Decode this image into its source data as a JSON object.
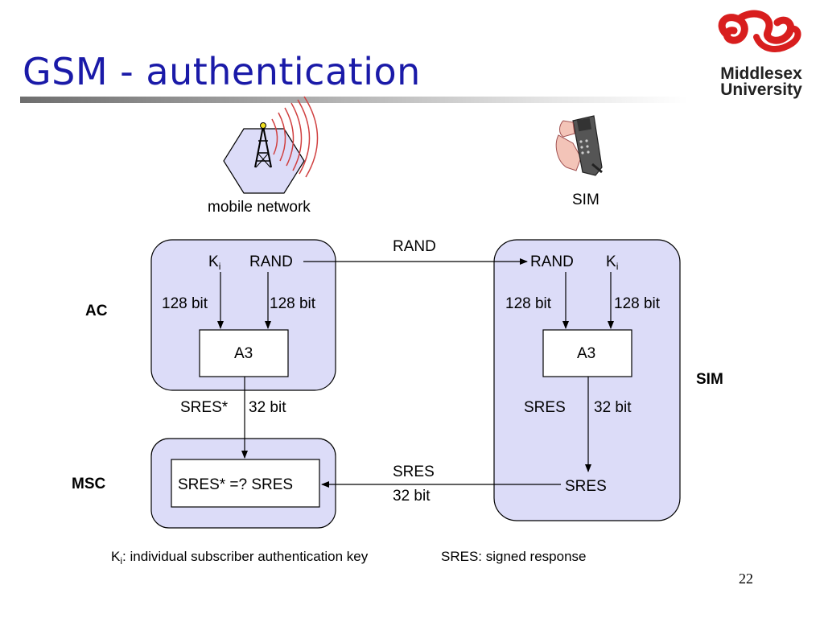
{
  "slide": {
    "title": "GSM - authentication",
    "page_number": "22"
  },
  "logo": {
    "line1": "Middlesex",
    "line2": "University",
    "brand_color": "#d81e1e"
  },
  "network": {
    "icon": "cell-tower-icon",
    "label": "mobile network"
  },
  "phone": {
    "icon": "mobile-phone-icon",
    "label": "SIM"
  },
  "side_labels": {
    "ac": "AC",
    "msc": "MSC",
    "sim": "SIM"
  },
  "ac_block": {
    "ki_main": "K",
    "ki_sub": "i",
    "rand": "RAND",
    "ki_bits": "128 bit",
    "rand_bits": "128 bit",
    "algo": "A3",
    "out_label": "SRES*",
    "out_bits": "32 bit"
  },
  "sim_block": {
    "rand": "RAND",
    "ki_main": "K",
    "ki_sub": "i",
    "rand_bits": "128 bit",
    "ki_bits": "128 bit",
    "algo": "A3",
    "out_label": "SRES",
    "out_bits": "32 bit",
    "result": "SRES"
  },
  "msc_block": {
    "compare": "SRES* =? SRES"
  },
  "arrows": {
    "rand_label": "RAND",
    "sres_label": "SRES",
    "sres_bits": "32 bit"
  },
  "footnotes": {
    "ki_main": "K",
    "ki_sub": "i",
    "ki_desc": ": individual subscriber authentication key",
    "sres_desc": "SRES: signed response"
  },
  "colors": {
    "title": "#1a1aa8",
    "block_fill": "#dcdcf8",
    "wave": "#d04040"
  }
}
